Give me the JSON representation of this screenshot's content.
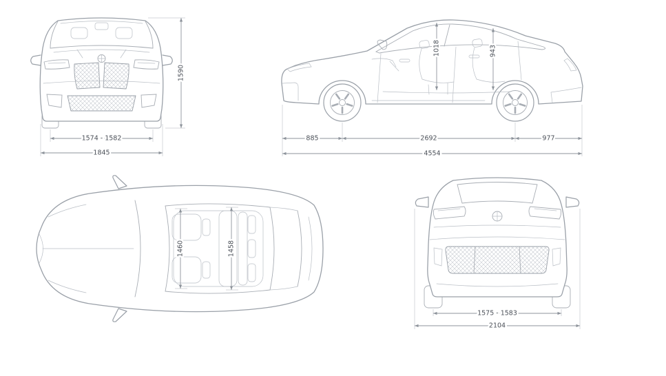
{
  "colors": {
    "background": "#ffffff",
    "body_line": "#9aa0a8",
    "detail_line": "#aeb3ba",
    "dimension_line": "#8d939b",
    "dimension_text": "#4b5058"
  },
  "icons": {
    "brand": "bmw-roundel"
  },
  "front_view": {
    "overall_height": "1590",
    "front_track": "1574 - 1582",
    "overall_width": "1845"
  },
  "side_view": {
    "front_interior_height": "1018",
    "rear_interior_height": "943",
    "front_overhang": "885",
    "wheelbase": "2692",
    "rear_overhang": "977",
    "overall_length": "4554"
  },
  "top_view": {
    "front_interior_width": "1460",
    "rear_interior_width": "1458"
  },
  "rear_view": {
    "rear_track": "1575 - 1583",
    "width_including_mirrors": "2104"
  }
}
